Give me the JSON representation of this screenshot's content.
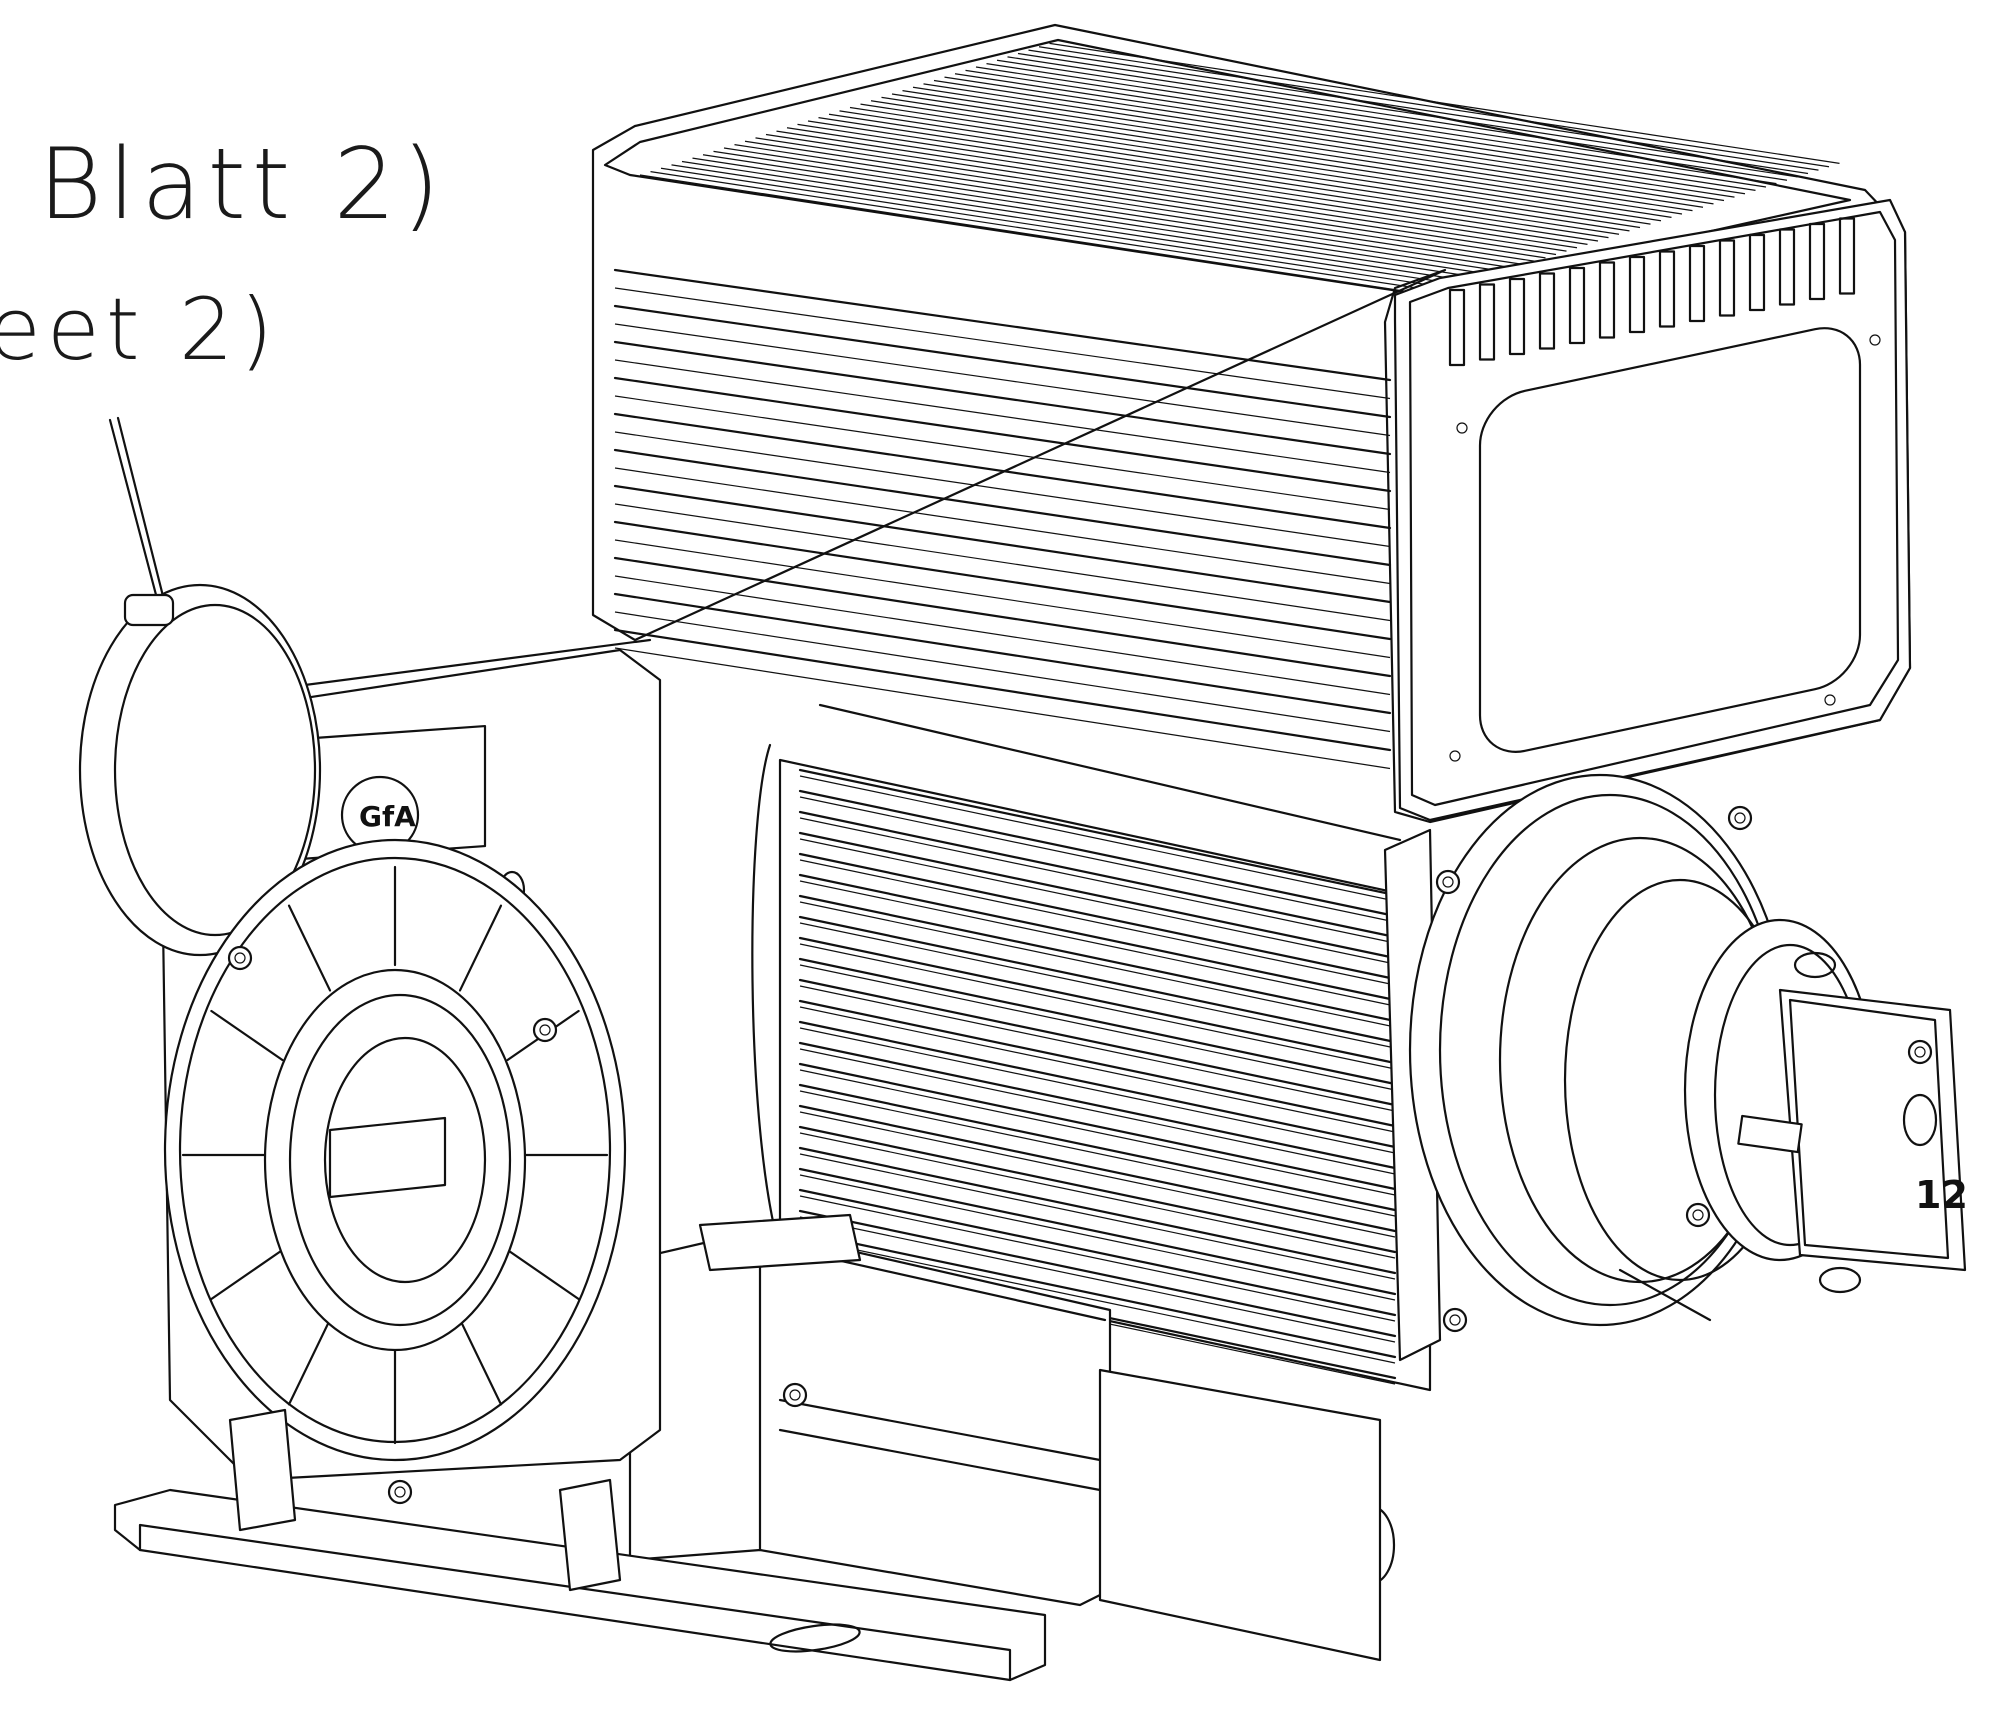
{
  "captions": {
    "german": "Blatt 2)",
    "english": "eet 2)"
  },
  "parts": {
    "logo": "GfA",
    "motor_mark": "12"
  },
  "icons": {
    "cable": "cable-gland-icon",
    "screw": "screw-head-icon"
  }
}
